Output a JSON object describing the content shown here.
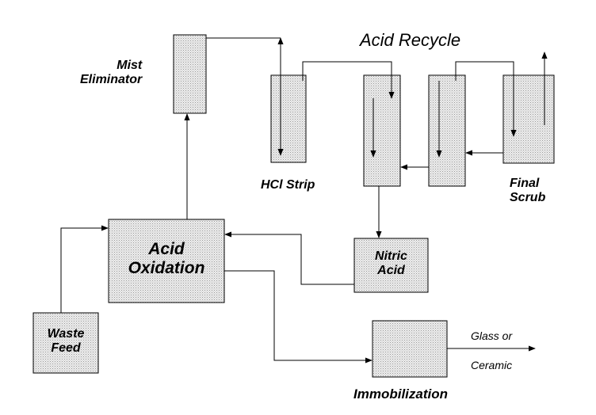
{
  "diagram": {
    "title": "Acid Recycle",
    "nodes": {
      "mist_eliminator": "Mist\nEliminator",
      "hcl_strip": "HCl Strip",
      "final_scrub": "Final\nScrub",
      "acid_oxidation": "Acid\nOxidation",
      "nitric_acid": "Nitric\nAcid",
      "waste_feed": "Waste\nFeed",
      "immobilization": "Immobilization"
    },
    "outputs": {
      "glass_or": "Glass  or",
      "ceramic": "Ceramic"
    },
    "colors": {
      "box_fill": "#e2e2e2",
      "line": "#000000"
    }
  }
}
